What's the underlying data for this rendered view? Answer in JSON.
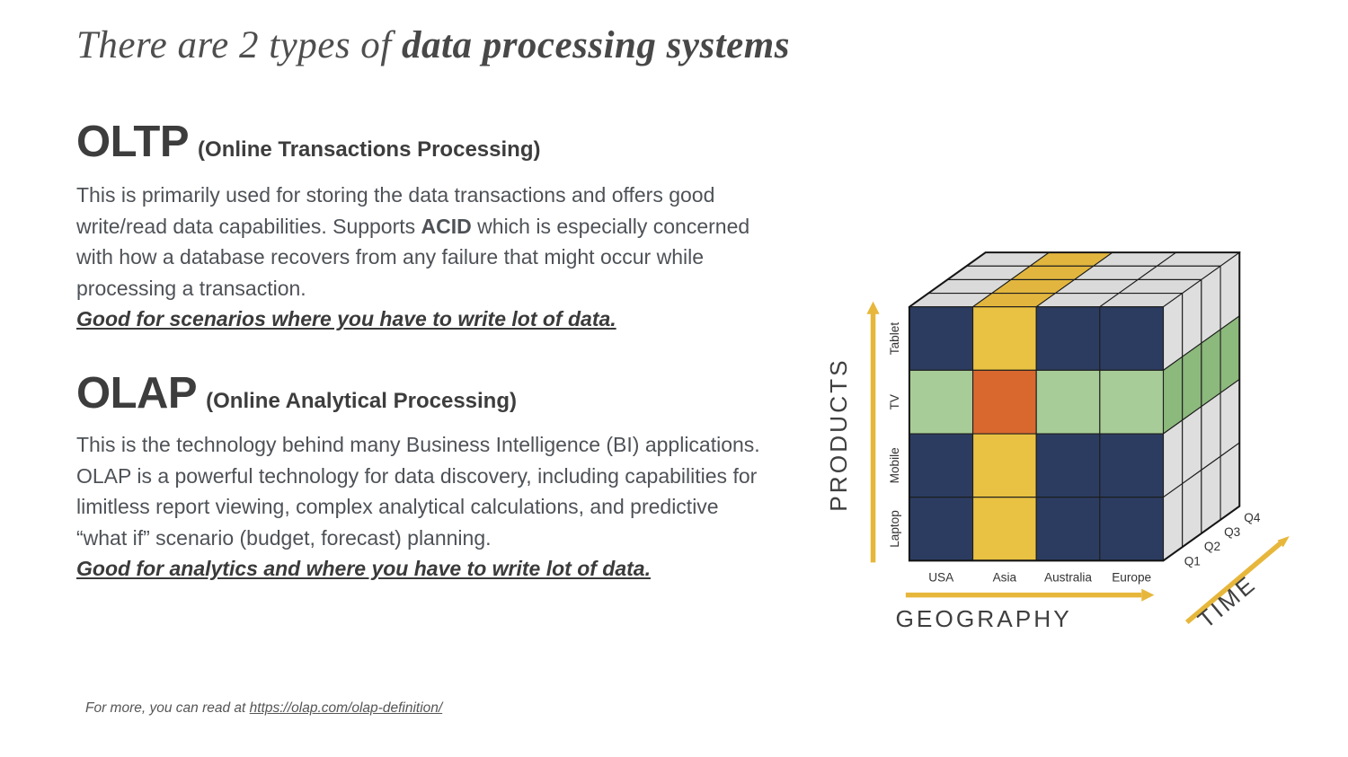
{
  "title": {
    "prefix": "There are 2 types of ",
    "emphasis": "data processing systems"
  },
  "oltp": {
    "acronym": "OLTP",
    "subtitle": "(Online Transactions Processing)",
    "body_1": "This is primarily used for storing the data transactions and offers good write/read data capabilities. Supports ",
    "body_bold": "ACID",
    "body_2": " which is especially concerned with how a database recovers from any failure that might occur while processing a transaction.",
    "highlight": "Good for scenarios where you have to write lot of data."
  },
  "olap": {
    "acronym": "OLAP",
    "subtitle": "(Online Analytical Processing)",
    "body": "This is the technology behind many Business Intelligence (BI) applications. OLAP is a powerful technology for data discovery, including capabilities for limitless report viewing, complex analytical calculations, and predictive “what if” scenario (budget, forecast) planning.",
    "highlight": "Good for analytics and where you have to write lot of data."
  },
  "footer": {
    "prefix": "For more, you can read at ",
    "link_text": "https://olap.com/olap-definition/"
  },
  "diagram": {
    "axes": {
      "y": "PRODUCTS",
      "x": "GEOGRAPHY",
      "z": "TIME"
    },
    "products": [
      "Laptop",
      "Mobile",
      "TV",
      "Tablet"
    ],
    "geographies": [
      "USA",
      "Asia",
      "Australia",
      "Europe"
    ],
    "quarters": [
      "Q1",
      "Q2",
      "Q3",
      "Q4"
    ],
    "colors": {
      "front_default": "#2c3c61",
      "column_slice": "#e9c243",
      "row_slice": "#a8cc97",
      "intersection": "#d9682f",
      "top_face": "#dadada",
      "top_column_slice": "#e2b63e",
      "side_face": "#dedede",
      "side_row_slice": "#8cb97c",
      "axis": "#e7b73c",
      "outline": "#151515",
      "grid": "#1d1d1d"
    }
  }
}
